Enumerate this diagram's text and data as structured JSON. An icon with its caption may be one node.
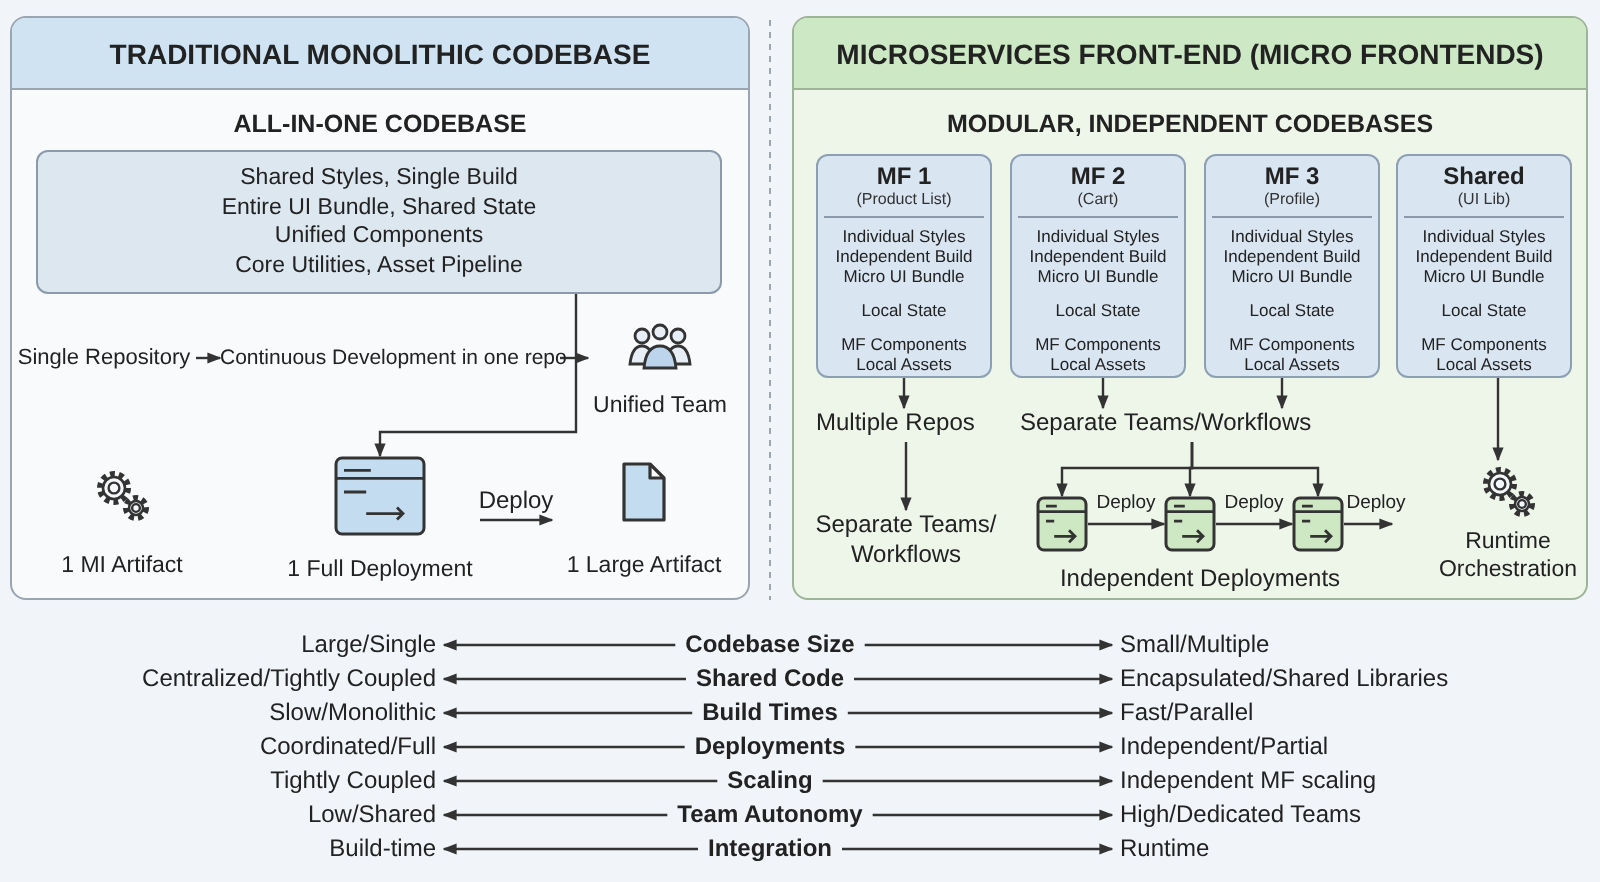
{
  "diagram": {
    "nodes": [
      {
        "text": [
          "TRADITIONAL MONOLITHIC CODEBASE",
          "ALL-IN-ONE CODEBASE"
        ]
      },
      {
        "text": [
          "Shared Styles, Single Build",
          "Entire UI Bundle, Shared State",
          "Unified Components",
          "Core Utilities, Asset Pipeline"
        ],
        "in": 0
      },
      {
        "text": [
          "Single Repository"
        ],
        "in": 0
      },
      {
        "text": [
          "Continuous Development in one repo"
        ],
        "in": 0
      },
      {
        "text": [
          "Unified Team"
        ],
        "in": 0
      },
      {
        "text": [
          "1 MI Artifact"
        ],
        "in": 0
      },
      {
        "text": [
          "1 Full Deployment"
        ],
        "in": 0
      },
      {
        "text": [
          "1 Large Artifact"
        ],
        "in": 0
      },
      {
        "text": [
          "MICROSERVICES FRONT-END (MICRO FRONTENDS)",
          "MODULAR, INDEPENDENT CODEBASES"
        ]
      },
      {
        "text": [
          "MF 1",
          "(Product List)",
          "Individual Styles Independent Build Micro UI Bundle",
          "Local State",
          "MF Components Local Assets"
        ],
        "in": 8
      },
      {
        "text": [
          "MF 2",
          "(Cart)",
          "Individual Styles Independent Build Micro UI Bundle",
          "Local State",
          "MF Components Local Assets"
        ],
        "in": 8
      },
      {
        "text": [
          "MF 3",
          "(Profile)",
          "Individual Styles Independent Build Micro UI Bundle",
          "Local State",
          "MF Components Local Assets"
        ],
        "in": 8
      },
      {
        "text": [
          "Shared",
          "(UI Lib)",
          "Individual Styles Independent Build Micro UI Bundle",
          "Local State",
          "MF Components Local Assets"
        ],
        "in": 8
      },
      {
        "text": [
          "Multiple Repos"
        ],
        "in": 8
      },
      {
        "text": [
          "Separate Teams/Workflows"
        ],
        "in": 8
      },
      {
        "text": [
          "Separate Teams/ Workflows"
        ],
        "in": 8
      },
      {
        "text": [],
        "shape": "box",
        "in": 8
      },
      {
        "text": [],
        "shape": "box",
        "in": 8
      },
      {
        "text": [],
        "shape": "box",
        "in": 8
      },
      {
        "text": [
          "Runtime Orchestration"
        ],
        "in": 8
      },
      {
        "text": [
          "Large/Single"
        ]
      },
      {
        "text": [
          "Codebase Size"
        ]
      },
      {
        "text": [
          "Small/Multiple"
        ]
      },
      {
        "text": [
          "Centralized/Tightly Coupled"
        ]
      },
      {
        "text": [
          "Shared Code"
        ]
      },
      {
        "text": [
          "Encapsulated/Shared Libraries"
        ]
      },
      {
        "text": [
          "Slow/Monolithic"
        ]
      },
      {
        "text": [
          "Build Times"
        ]
      },
      {
        "text": [
          "Fast/Parallel"
        ]
      },
      {
        "text": [
          "Coordinated/Full"
        ]
      },
      {
        "text": [
          "Deployments"
        ]
      },
      {
        "text": [
          "Independent/Partial"
        ]
      },
      {
        "text": [
          "Tightly Coupled"
        ]
      },
      {
        "text": [
          "Scaling"
        ]
      },
      {
        "text": [
          "Independent MF scaling"
        ]
      },
      {
        "text": [
          "Low/Shared"
        ]
      },
      {
        "text": [
          "Team Autonomy"
        ]
      },
      {
        "text": [
          "High/Dedicated Teams"
        ]
      },
      {
        "text": [
          "Build-time"
        ]
      },
      {
        "text": [
          "Integration"
        ]
      },
      {
        "text": [
          "Runtime"
        ]
      }
    ],
    "edges": [
      {
        "from": 2,
        "to": 3,
        "arrow": "to"
      },
      {
        "from": 3,
        "to": 4,
        "arrow": "to"
      },
      {
        "from": 1,
        "to": 6,
        "arrow": "to"
      },
      {
        "from": 6,
        "to": 7,
        "arrow": "to",
        "label": "Deploy"
      },
      {
        "from": 9,
        "to": 13,
        "arrow": "to"
      },
      {
        "from": 13,
        "to": 15,
        "arrow": "to"
      },
      {
        "from": 10,
        "to": 14,
        "arrow": "to"
      },
      {
        "from": 11,
        "to": 14,
        "arrow": "to"
      },
      {
        "from": 14,
        "to": 16,
        "arrow": "to"
      },
      {
        "from": 14,
        "to": 17,
        "arrow": "to"
      },
      {
        "from": 14,
        "to": 18,
        "arrow": "to"
      },
      {
        "from": 16,
        "to": 17,
        "arrow": "to",
        "label": "Deploy"
      },
      {
        "from": 17,
        "to": 18,
        "arrow": "to",
        "label": "Deploy"
      },
      {
        "from": 18,
        "to": null,
        "arrow": "to",
        "label": "Deploy"
      },
      {
        "from": 12,
        "to": 19,
        "arrow": "to"
      },
      {
        "from": 21,
        "to": 20,
        "arrow": "to"
      },
      {
        "from": 21,
        "to": 22,
        "arrow": "to"
      },
      {
        "from": 24,
        "to": 23,
        "arrow": "to"
      },
      {
        "from": 24,
        "to": 25,
        "arrow": "to"
      },
      {
        "from": 27,
        "to": 26,
        "arrow": "to"
      },
      {
        "from": 27,
        "to": 28,
        "arrow": "to"
      },
      {
        "from": 30,
        "to": 29,
        "arrow": "to"
      },
      {
        "from": 30,
        "to": 31,
        "arrow": "to"
      },
      {
        "from": 33,
        "to": 32,
        "arrow": "to"
      },
      {
        "from": 33,
        "to": 34,
        "arrow": "to"
      },
      {
        "from": 36,
        "to": 35,
        "arrow": "to"
      },
      {
        "from": 36,
        "to": 37,
        "arrow": "to"
      },
      {
        "from": 39,
        "to": 38,
        "arrow": "to"
      },
      {
        "from": 39,
        "to": 40,
        "arrow": "to"
      }
    ],
    "labels": [
      "Independent Deployments"
    ]
  }
}
